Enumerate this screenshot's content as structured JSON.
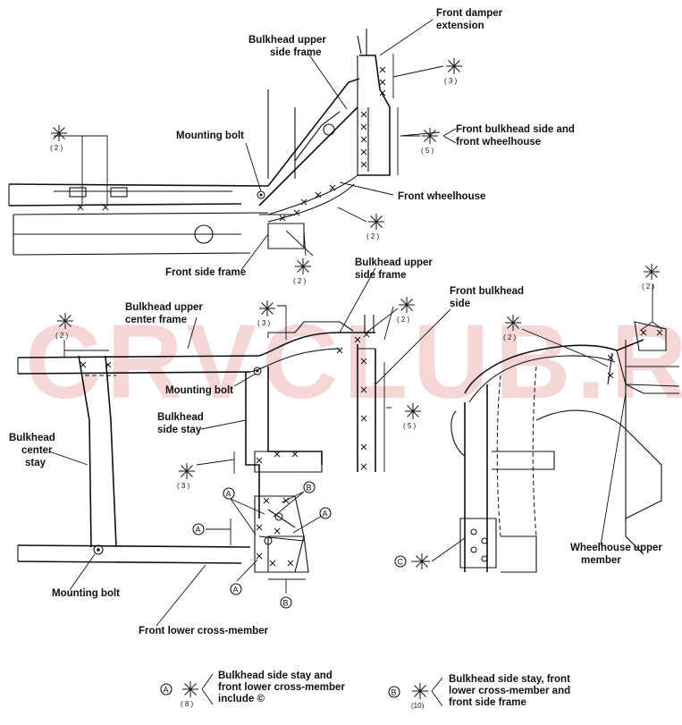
{
  "watermark": "CRVCLUB.RU",
  "labels": {
    "front_damper_extension": [
      "Front damper",
      "extension"
    ],
    "bulkhead_upper_side_frame_top": [
      "Bulkhead upper",
      "side frame"
    ],
    "mounting_bolt_top": "Mounting bolt",
    "front_bulkhead_side_wheelhouse": [
      "Front bulkhead side and",
      "front wheelhouse"
    ],
    "front_wheelhouse": "Front wheelhouse",
    "front_side_frame": "Front side frame",
    "bulkhead_upper_side_frame_mid": [
      "Bulkhead upper",
      "side frame"
    ],
    "front_bulkhead_side": [
      "Front bulkhead",
      "side"
    ],
    "bulkhead_upper_center_frame": [
      "Bulkhead upper",
      "center frame"
    ],
    "mounting_bolt_mid": "Mounting bolt",
    "bulkhead_side_stay": [
      "Bulkhead",
      "side stay"
    ],
    "bulkhead_center_stay": [
      "Bulkhead",
      "center",
      "stay"
    ],
    "mounting_bolt_bottom": "Mounting bolt",
    "front_lower_cross_member": "Front lower cross-member",
    "wheelhouse_upper_member": [
      "Wheelhouse upper",
      "member"
    ]
  },
  "weld_counts": {
    "damper_ext": "( 3 )",
    "bulkhead_side_wheelhouse": "( 5 )",
    "wheelhouse": "( 2 )",
    "side_frame": "( 2 )",
    "left_top": "( 2 )",
    "center_frame_top": "( 3 )",
    "front_bulkhead_side_top": "( 2 )",
    "center_stay_top": "( 2 )",
    "side_stay": "( 3 )",
    "front_bulkhead_side_right": "( 5 )",
    "right_view_top": "( 2 )",
    "right_view_mid": "( 2 )"
  },
  "circle_marks": {
    "a": "A",
    "b": "B",
    "c": "C"
  },
  "legend": {
    "a_count": "( 8 )",
    "a_text": [
      "Bulkhead side stay and",
      "front lower cross-member",
      "include ©"
    ],
    "b_count": "(10)",
    "b_text": [
      "Bulkhead side stay, front",
      "lower cross-member and",
      "front side frame"
    ]
  }
}
